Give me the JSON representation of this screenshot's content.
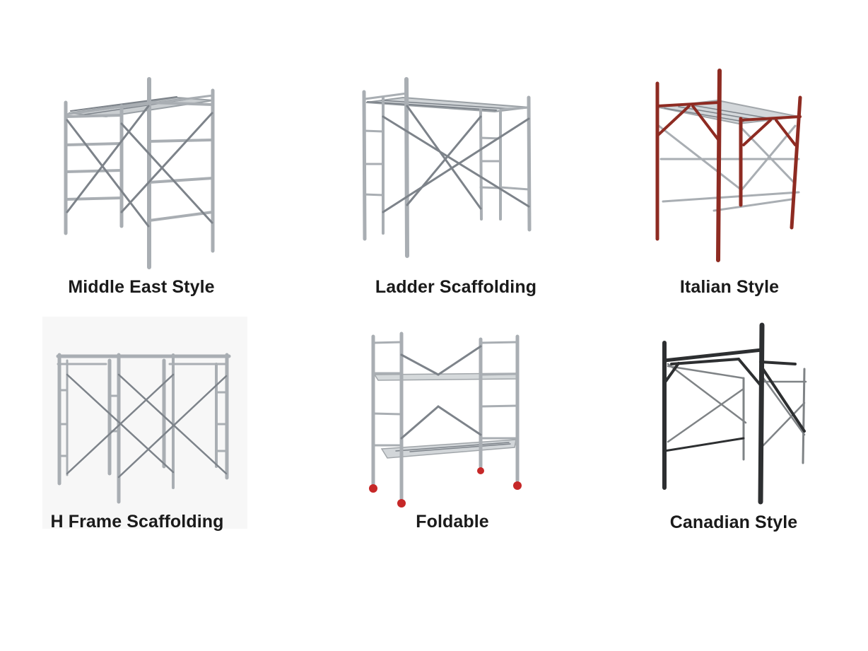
{
  "items": [
    {
      "title": "Middle East Style"
    },
    {
      "title": "Ladder Scaffolding"
    },
    {
      "title": "Italian Style"
    },
    {
      "title": "H Frame Scaffolding"
    },
    {
      "title": "Foldable"
    },
    {
      "title": "Canadian Style"
    }
  ],
  "colors": {
    "galvanized": "#a9aeb3",
    "italian_frame": "#8e2b22",
    "canadian_frame": "#2d2f31",
    "caster_wheel": "#c62828"
  }
}
